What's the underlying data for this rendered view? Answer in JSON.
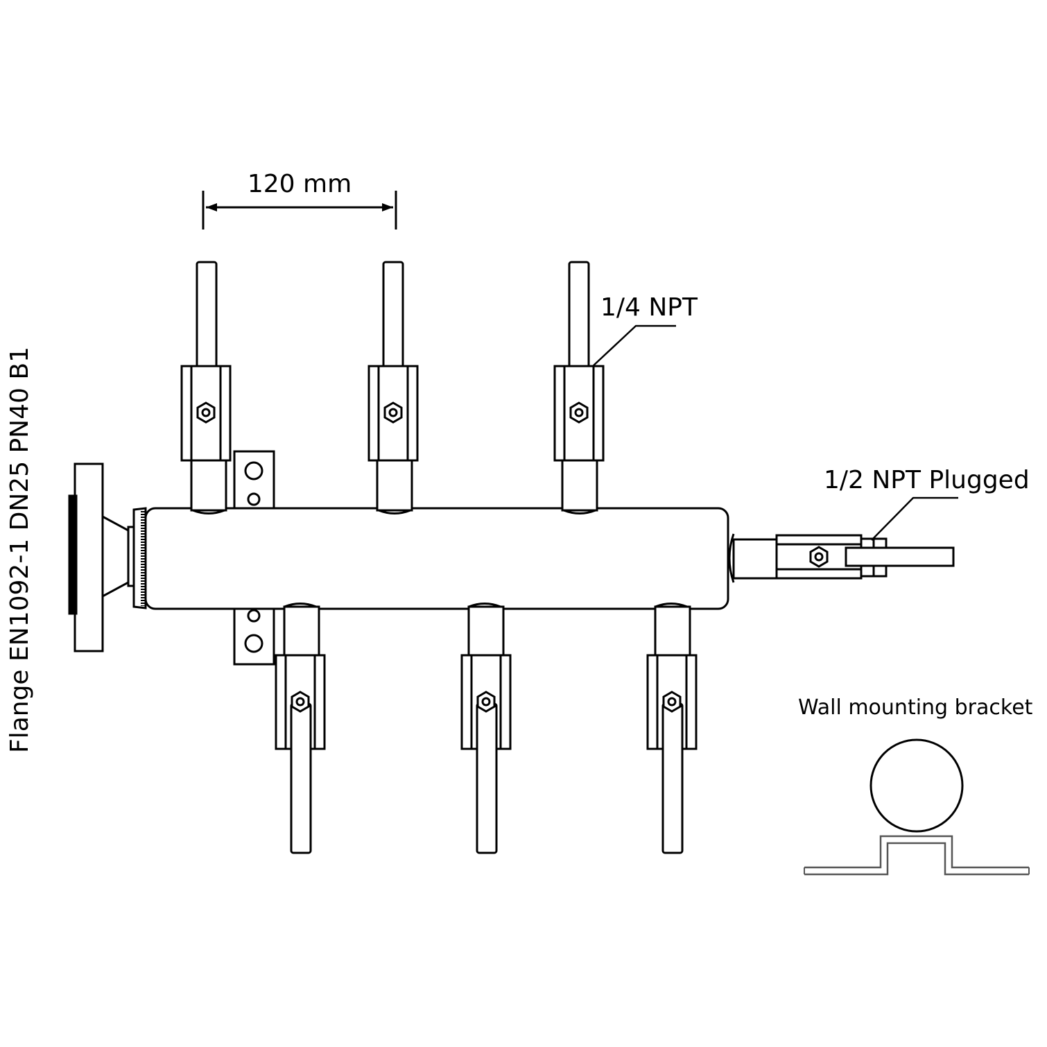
{
  "labels": {
    "dimension": "120 mm",
    "outlet_size": "1/4 NPT",
    "plugged_end": "1/2 NPT Plugged",
    "flange": "Flange EN1092-1 DN25 PN40 B1",
    "bracket": "Wall mounting bracket"
  },
  "colors": {
    "line": "#000000",
    "background": "#ffffff",
    "bracket_line": "#555555"
  }
}
